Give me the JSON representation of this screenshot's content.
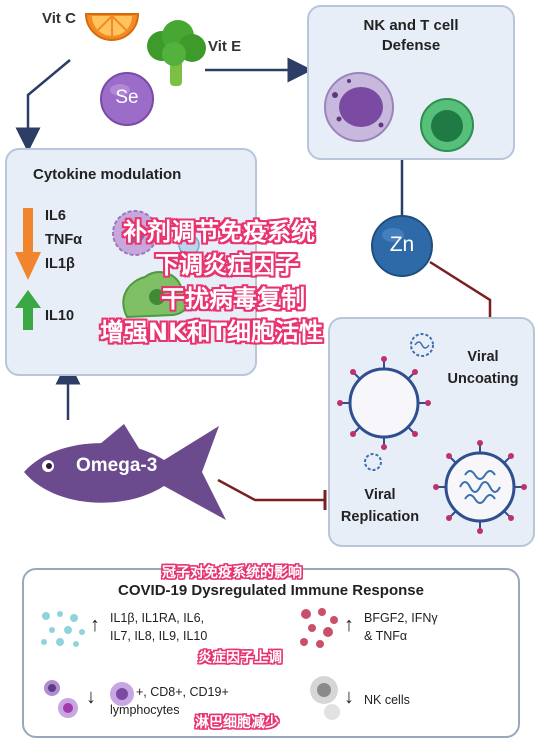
{
  "nutrients": {
    "vitc": "Vit C",
    "vite": "Vit E",
    "se": "Se",
    "zn": "Zn",
    "omega3": "Omega-3"
  },
  "nk_box": {
    "title_line1": "NK and T cell",
    "title_line2": "Defense"
  },
  "cytokine_box": {
    "title": "Cytokine modulation",
    "down": [
      "IL6",
      "TNFα",
      "IL1β"
    ],
    "up": [
      "IL10"
    ]
  },
  "viral_box": {
    "uncoating_line1": "Viral",
    "uncoating_line2": "Uncoating",
    "replication_line1": "Viral",
    "replication_line2": "Replication"
  },
  "overlay_cn": [
    "补剂调节免疫系统",
    "下调炎症因子",
    "干扰病毒复制",
    "增强NK和T细胞活性"
  ],
  "bottom_box": {
    "cn_title": "冠子对免疫系统的影响",
    "title": "COVID-19 Dysregulated Immune Response",
    "cytokines_line1": "IL1β, IL1RA, IL6,",
    "cytokines_line2": "IL7, IL8, IL9, IL10",
    "factors_line1": "BFGF2, IFNγ",
    "factors_line2": "& TNFα",
    "cn_cytokine_up": "炎症因子上调",
    "lymph_line1": "+, CD8+, CD19+",
    "lymph_line2": "lymphocytes",
    "nk_cells": "NK cells",
    "cn_lymph_down": "淋巴细胞减少"
  },
  "colors": {
    "box_fill": "#e8eef8",
    "box_border": "#b9c6da",
    "arrow_navy": "#2d3e66",
    "inhibit_red": "#7a1f1f",
    "down_orange": "#f0852d",
    "up_green": "#3aa745",
    "fish_purple": "#6b4a8e",
    "zn_blue": "#2f6aa8",
    "se_purple": "#9b6cc8",
    "overlay_pink": "#e8336f"
  }
}
